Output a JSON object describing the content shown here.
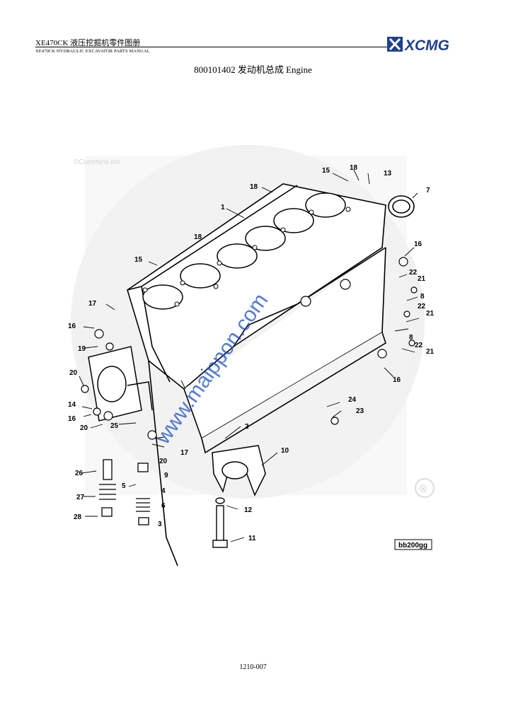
{
  "header": {
    "model_title": "XE470CK  液压挖掘机零件图册",
    "model_subtitle": "XE470CK HYDRAULIC EXCAVATOR PARTS MANUAL",
    "logo_text": "XCMG"
  },
  "document": {
    "title": "800101402 发动机总成 Engine",
    "page_number": "1210-007"
  },
  "figure": {
    "copyright": "©Cummins Inc",
    "watermark": "www.maippon.com",
    "registered": "®",
    "figure_code": "bb200gg",
    "callouts": [
      "1",
      "2",
      "3",
      "4",
      "5",
      "6",
      "7",
      "8",
      "8",
      "9",
      "10",
      "11",
      "12",
      "13",
      "14",
      "15",
      "15",
      "16",
      "16",
      "16",
      "16",
      "17",
      "17",
      "18",
      "18",
      "18",
      "19",
      "20",
      "20",
      "20",
      "21",
      "21",
      "21",
      "22",
      "22",
      "22",
      "23",
      "24",
      "25",
      "26",
      "27",
      "28"
    ]
  },
  "colors": {
    "watermark": "#1a4fc4",
    "ghost": "#efefef",
    "logo_blue": "#1f3f8f"
  }
}
